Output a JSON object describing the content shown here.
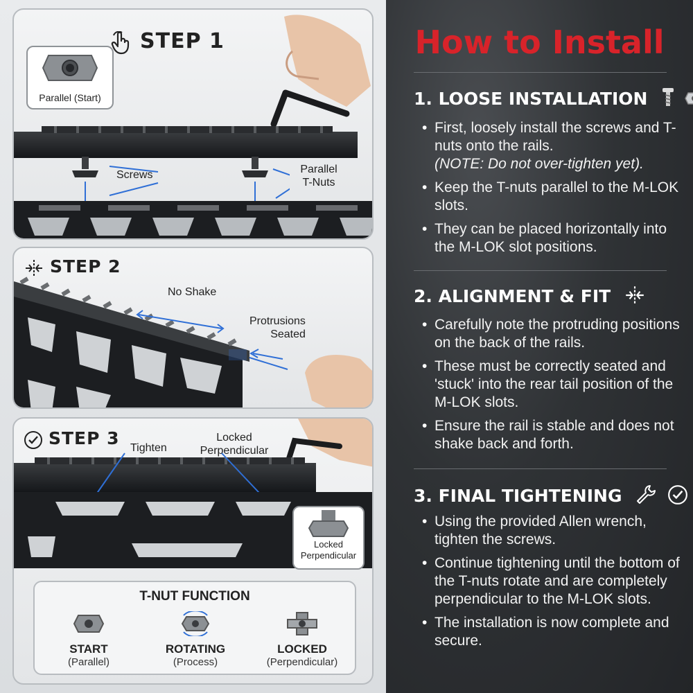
{
  "step1": {
    "title": "STEP 1",
    "card_label": "Parallel (Start)",
    "label_screws": "Screws",
    "label_tnuts": "Parallel\nT-Nuts"
  },
  "step2": {
    "title": "STEP 2",
    "label_noshake": "No Shake",
    "label_protrusions": "Protrusions\nSeated"
  },
  "step3": {
    "title": "STEP 3",
    "label_tighten": "Tighten",
    "label_locked": "Locked\nPerpendicular",
    "card_label": "Locked\nPerpendicular"
  },
  "tnut_function": {
    "title": "T-NUT FUNCTION",
    "items": [
      {
        "name": "START",
        "sub": "(Parallel)"
      },
      {
        "name": "ROTATING",
        "sub": "(Process)"
      },
      {
        "name": "LOCKED",
        "sub": "(Perpendicular)"
      }
    ]
  },
  "instructions": {
    "title": "How to Install",
    "title_color": "#d8232a",
    "sections": [
      {
        "heading": "1. LOOSE INSTALLATION",
        "bullets": [
          "First, loosely install the screws and T-nuts onto the rails.",
          "Keep the T-nuts parallel to the M-LOK slots.",
          "They can be placed horizontally into the M-LOK slot positions."
        ],
        "note": "(NOTE: Do not over-tighten yet)."
      },
      {
        "heading": "2. ALIGNMENT & FIT",
        "bullets": [
          "Carefully note the protruding positions on the back of the rails.",
          "These must be correctly seated and 'stuck' into the rear tail position of the M-LOK slots.",
          "Ensure the rail is stable and does not shake back and forth."
        ]
      },
      {
        "heading": "3. FINAL TIGHTENING",
        "bullets": [
          "Using the provided Allen wrench, tighten the screws.",
          "Continue tightening until the bottom of the T-nuts rotate and are completely perpendicular to the M-LOK slots.",
          "The installation is now complete and secure."
        ]
      }
    ]
  },
  "icons": [
    "hand-pointer-icon",
    "align-icon",
    "check-circle-icon",
    "screw-icon",
    "tnut-icon",
    "wrench-icon"
  ]
}
